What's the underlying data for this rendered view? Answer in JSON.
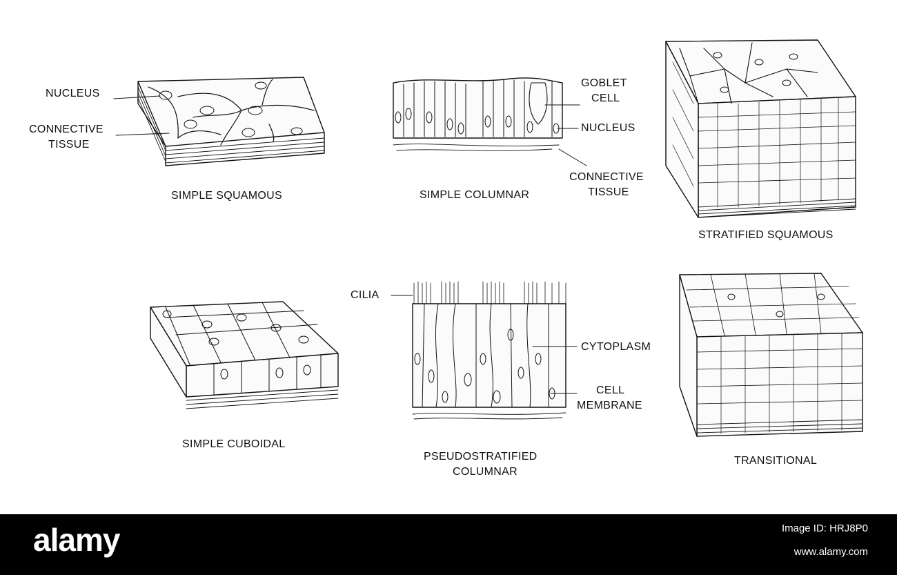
{
  "labels": {
    "nucleus_1": "NUCLEUS",
    "connective_1a": "CONNECTIVE",
    "connective_1b": "TISSUE",
    "goblet_a": "GOBLET",
    "goblet_b": "CELL",
    "nucleus_2": "NUCLEUS",
    "connective_2a": "CONNECTIVE",
    "connective_2b": "TISSUE",
    "cilia": "CILIA",
    "cytoplasm": "CYTOPLASM",
    "membrane_a": "CELL",
    "membrane_b": "MEMBRANE"
  },
  "captions": {
    "simple_squamous": "SIMPLE SQUAMOUS",
    "simple_columnar": "SIMPLE COLUMNAR",
    "stratified_squamous": "STRATIFIED SQUAMOUS",
    "simple_cuboidal": "SIMPLE CUBOIDAL",
    "pseudostratified_a": "PSEUDOSTRATIFIED",
    "pseudostratified_b": "COLUMNAR",
    "transitional": "TRANSITIONAL"
  },
  "footer": {
    "brand": "alamy",
    "image_id": "Image ID: HRJ8P0",
    "site": "www.alamy.com"
  }
}
